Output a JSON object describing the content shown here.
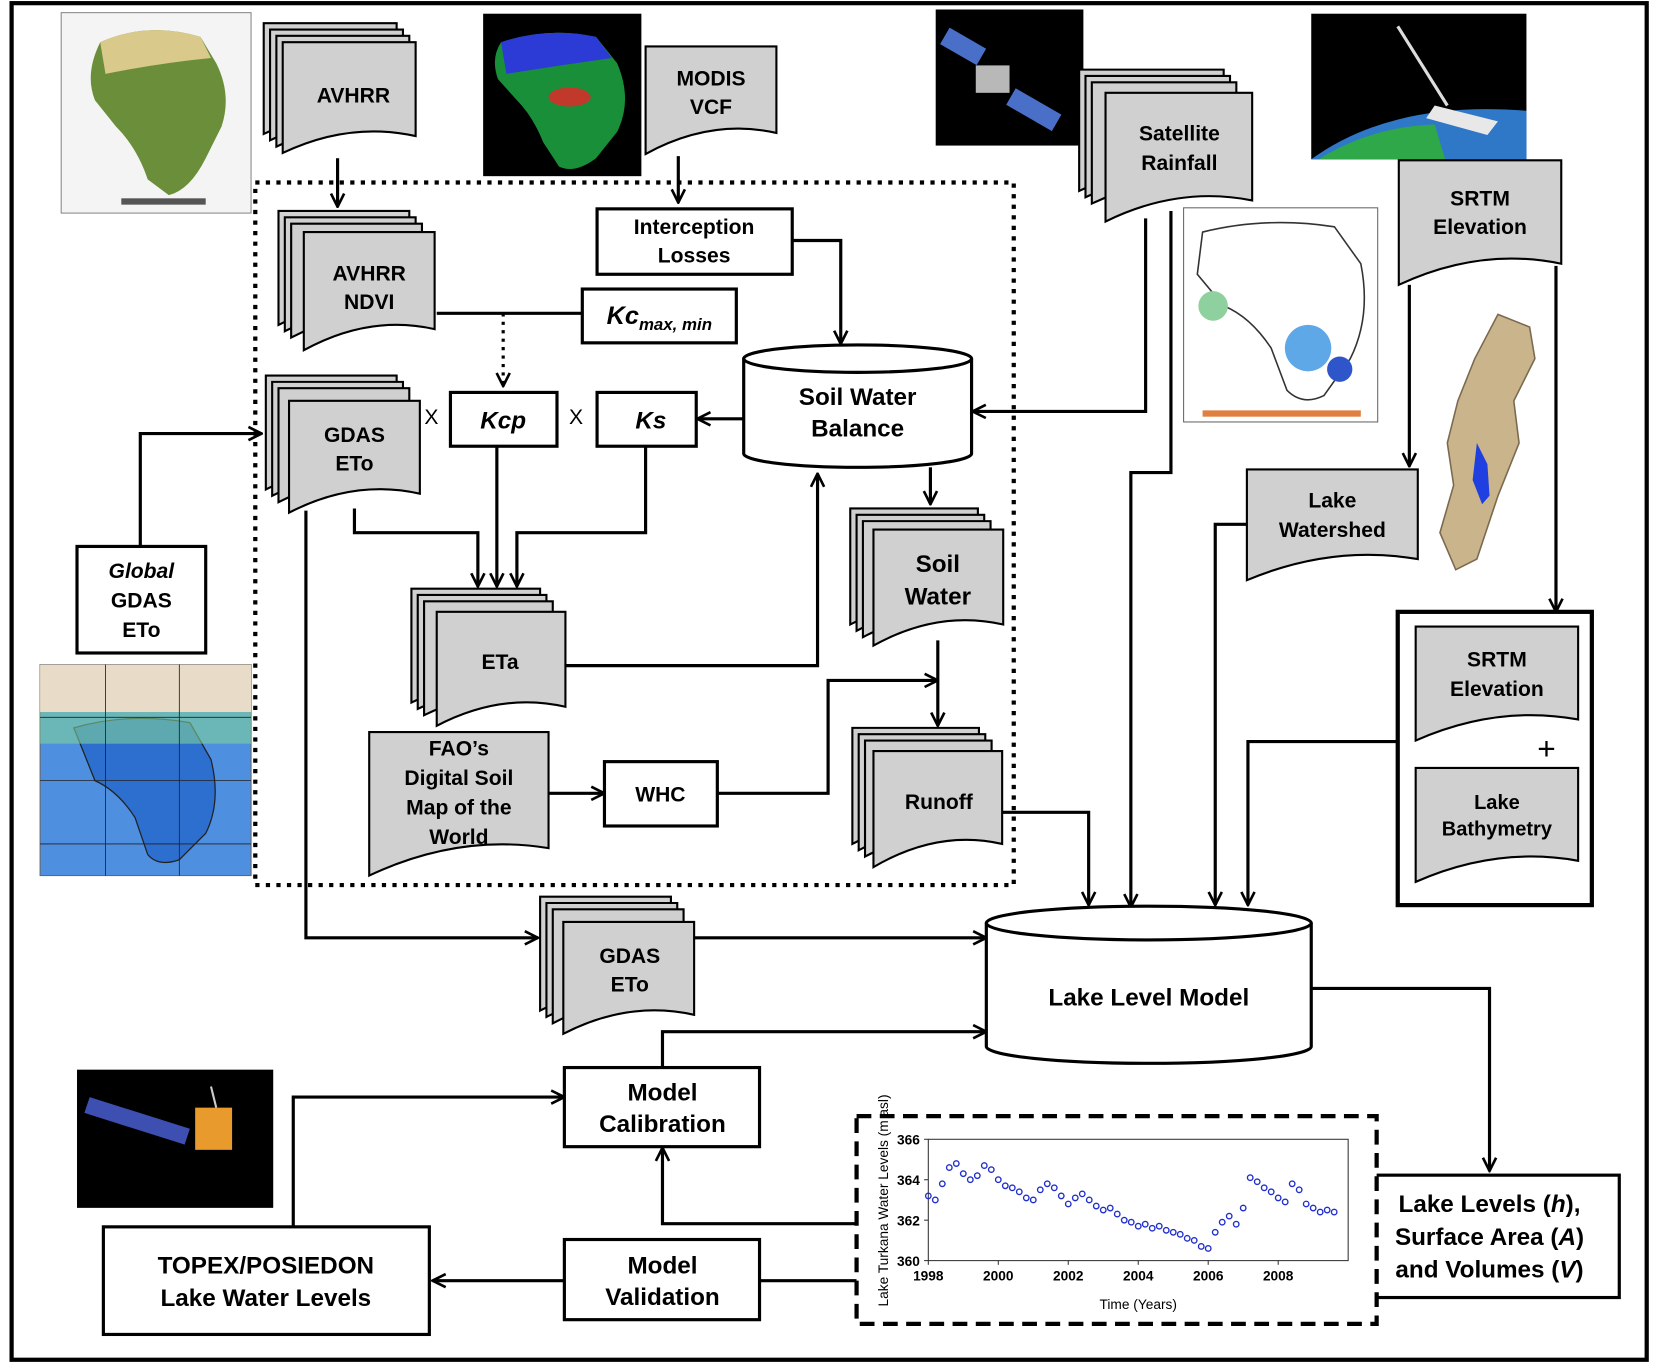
{
  "colors": {
    "document_fill": "#d0d0d0",
    "stroke": "#000000",
    "chart_series": "#1f2ecc"
  },
  "nodes": {
    "avhrr": "AVHRR",
    "modis_vcf": [
      "MODIS",
      "VCF"
    ],
    "avhrr_ndvi": [
      "AVHRR",
      "NDVI"
    ],
    "interception_losses": [
      "Interception",
      "Losses"
    ],
    "kc_max_min": {
      "main": "Kc",
      "sub": "max, min"
    },
    "gdas_eto_inner": [
      "GDAS",
      "ETo"
    ],
    "kcp": "Kcp",
    "ks": "Ks",
    "multiply_1": "X",
    "multiply_2": "X",
    "soil_water_balance": [
      "Soil Water",
      "Balance"
    ],
    "satellite_rainfall": [
      "Satellite",
      "Rainfall"
    ],
    "srtm_elevation_top": [
      "SRTM",
      "Elevation"
    ],
    "global_gdas_eto": [
      "Global",
      "GDAS",
      "ETo"
    ],
    "eta": "ETa",
    "soil_water": [
      "Soil",
      "Water"
    ],
    "lake_watershed": [
      "Lake",
      "Watershed"
    ],
    "fao_soil_map": [
      "FAO’s",
      "Digital Soil",
      "Map of the",
      "World"
    ],
    "whc": "WHC",
    "runoff": "Runoff",
    "srtm_elevation_inner": [
      "SRTM",
      "Elevation"
    ],
    "plus": "+",
    "lake_bathymetry": [
      "Lake",
      "Bathymetry"
    ],
    "gdas_eto_lower": [
      "GDAS",
      "ETo"
    ],
    "lake_level_model": "Lake Level Model",
    "model_calibration": [
      "Model",
      "Calibration"
    ],
    "model_validation": [
      "Model",
      "Validation"
    ],
    "topex_levels": [
      "TOPEX/POSIEDON",
      "Lake Water Levels"
    ],
    "lake_outputs": {
      "line1": [
        "Lake Levels (",
        "h",
        "),"
      ],
      "line2": [
        "Surface Area (",
        "A",
        ")"
      ],
      "line3": [
        "and Volumes (",
        "V",
        ")"
      ]
    }
  },
  "images": {
    "africa_vegetation": "africa-vegetation-map",
    "africa_ndvi": "africa-ndvi-map",
    "satellite_1": "satellite-image",
    "space_shuttle": "space-shuttle-image",
    "rainfall_map": "rainfall-map",
    "watershed_map": "lake-watershed-map",
    "global_eto_map": "global-eto-map",
    "topex_satellite": "topex-satellite-image"
  },
  "chart_data": {
    "type": "scatter",
    "title": "",
    "xlabel": "Time (Years)",
    "ylabel": "Lake Turkana Water Levels (m asl)",
    "xlim": [
      1998,
      2010
    ],
    "ylim": [
      360,
      366
    ],
    "xticks": [
      "1998",
      "2000",
      "2002",
      "2004",
      "2006",
      "2008"
    ],
    "yticks": [
      "360",
      "362",
      "364",
      "366"
    ],
    "series": [
      {
        "color": "#1f2ecc",
        "x": [
          1998.0,
          1998.2,
          1998.4,
          1998.6,
          1998.8,
          1999.0,
          1999.2,
          1999.4,
          1999.6,
          1999.8,
          2000.0,
          2000.2,
          2000.4,
          2000.6,
          2000.8,
          2001.0,
          2001.2,
          2001.4,
          2001.6,
          2001.8,
          2002.0,
          2002.2,
          2002.4,
          2002.6,
          2002.8,
          2003.0,
          2003.2,
          2003.4,
          2003.6,
          2003.8,
          2004.0,
          2004.2,
          2004.4,
          2004.6,
          2004.8,
          2005.0,
          2005.2,
          2005.4,
          2005.6,
          2005.8,
          2006.0,
          2006.2,
          2006.4,
          2006.6,
          2006.8,
          2007.0,
          2007.2,
          2007.4,
          2007.6,
          2007.8,
          2008.0,
          2008.2,
          2008.4,
          2008.6,
          2008.8,
          2009.0,
          2009.2,
          2009.4,
          2009.6
        ],
        "y": [
          363.2,
          363.0,
          363.8,
          364.6,
          364.8,
          364.3,
          364.0,
          364.2,
          364.7,
          364.5,
          364.0,
          363.7,
          363.6,
          363.4,
          363.1,
          363.0,
          363.5,
          363.8,
          363.6,
          363.2,
          362.8,
          363.1,
          363.3,
          363.0,
          362.7,
          362.5,
          362.6,
          362.3,
          362.0,
          361.9,
          361.7,
          361.8,
          361.6,
          361.7,
          361.5,
          361.4,
          361.3,
          361.1,
          361.0,
          360.7,
          360.6,
          361.4,
          361.9,
          362.2,
          361.8,
          362.6,
          364.1,
          363.9,
          363.6,
          363.4,
          363.1,
          362.9,
          363.8,
          363.5,
          362.8,
          362.6,
          362.4,
          362.5,
          362.4
        ]
      }
    ]
  }
}
